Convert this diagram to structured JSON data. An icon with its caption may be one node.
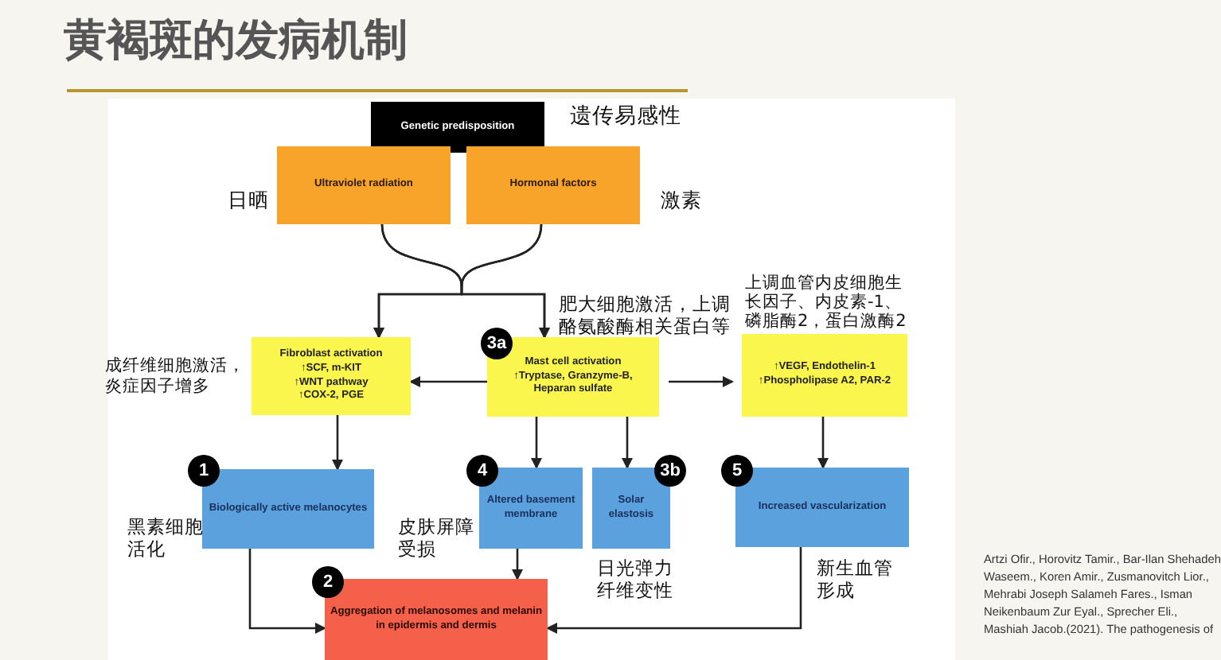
{
  "diagram": {
    "title": "黄褐斑的发病机制",
    "nodes": [
      {
        "text": [
          "Genetic predisposition"
        ],
        "beside": [
          "遗传易感性"
        ]
      },
      {
        "text": [
          "Ultraviolet radiation"
        ],
        "beside": [
          "日晒"
        ]
      },
      {
        "text": [
          "Hormonal factors"
        ],
        "beside": [
          "激素"
        ]
      },
      {
        "text": [
          "Fibroblast activation",
          "↑SCF, m-KIT",
          "↑WNT pathway",
          "↑COX-2, PGE"
        ],
        "beside": [
          "成纤维细胞激活，炎症因子增多"
        ]
      },
      {
        "text": [
          "Mast cell activation",
          "↑Tryptase, Granzyme-B, Heparan sulfate"
        ],
        "beside": [
          "肥大细胞激活，上调酪氨酸酶相关蛋白等"
        ]
      },
      {
        "text": [
          "↑VEGF, Endothelin-1",
          "↑Phospholipase A2, PAR-2"
        ],
        "beside": [
          "上调血管内皮细胞生长因子、内皮素-1、磷脂酶2，蛋白激酶2"
        ]
      },
      {
        "text": [
          "Biologically active melanocytes"
        ],
        "beside": [
          "黑素细胞活化"
        ]
      },
      {
        "text": [
          "Altered basement membrane"
        ],
        "beside": [
          "皮肤屏障受损"
        ]
      },
      {
        "text": [
          "Solar elastosis"
        ],
        "beside": [
          "日光弹力纤维变性"
        ]
      },
      {
        "text": [
          "Increased vascularization"
        ],
        "beside": [
          "新生血管形成"
        ]
      },
      {
        "text": [
          "Aggregation of melanosomes and melanin in epidermis and dermis"
        ]
      }
    ],
    "edges": [
      {
        "from": 1,
        "to": 3,
        "arrow": "to"
      },
      {
        "from": 1,
        "to": 4,
        "arrow": "to"
      },
      {
        "from": 2,
        "to": 3,
        "arrow": "to"
      },
      {
        "from": 2,
        "to": 4,
        "arrow": "to"
      },
      {
        "from": 4,
        "to": 3,
        "arrow": "to"
      },
      {
        "from": 4,
        "to": 5,
        "arrow": "to"
      },
      {
        "from": 3,
        "to": 6,
        "arrow": "to"
      },
      {
        "from": 4,
        "to": 7,
        "arrow": "to"
      },
      {
        "from": 4,
        "to": 8,
        "arrow": "to"
      },
      {
        "from": 5,
        "to": 9,
        "arrow": "to"
      },
      {
        "from": 6,
        "to": 10,
        "arrow": "to"
      },
      {
        "from": 7,
        "to": 10,
        "arrow": "to"
      },
      {
        "from": 9,
        "to": 10,
        "arrow": "to"
      }
    ],
    "labels": [
      "3a",
      "1",
      "4",
      "3b",
      "5",
      "2",
      "Artzi Ofir., Horovitz Tamir., Bar-Ilan Shehadeh Waseem., Koren Amir., Zusmanovitch Lior., Mehrabi Joseph Salameh Fares., Isman Neikenbaum Zur Eyal., Sprecher Eli., Mashiah Jacob.(2021). The pathogenesis of"
    ]
  }
}
